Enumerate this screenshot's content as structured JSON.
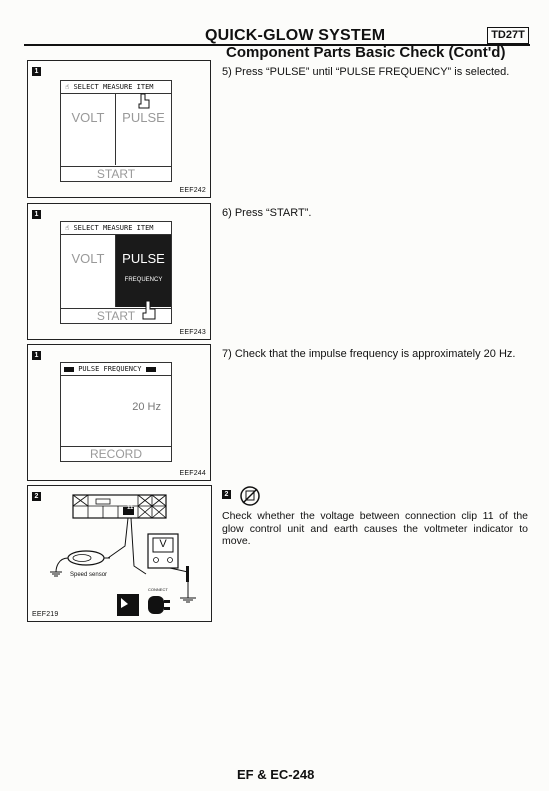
{
  "header": {
    "title": "QUICK-GLOW SYSTEM",
    "code": "TD27T",
    "subtitle": "Component Parts Basic Check (Cont'd)"
  },
  "steps": {
    "s5": "5)  Press “PULSE” until “PULSE FREQUENCY” is selected.",
    "s6": "6)  Press “START”.",
    "s7": "7)  Check that the impulse frequency is approximately 20 Hz.",
    "s8_badge": "2",
    "s8_text": "Check whether the voltage between connection clip 11 of the glow control unit and earth causes the voltmeter indicator to move."
  },
  "fig1": {
    "badge": "1",
    "screen_title": "SELECT MEASURE ITEM",
    "volt": "VOLT",
    "pulse": "PULSE",
    "start": "START",
    "label": "EEF242"
  },
  "fig2": {
    "badge": "1",
    "screen_title": "SELECT MEASURE ITEM",
    "volt": "VOLT",
    "pulse": "PULSE",
    "frequency": "FREQUENCY",
    "start": "START",
    "label": "EEF243"
  },
  "fig3": {
    "badge": "1",
    "screen_title": "PULSE FREQUENCY",
    "reading": "20 Hz",
    "record": "RECORD",
    "label": "EEF244"
  },
  "fig4": {
    "badge": "2",
    "clip": "11",
    "sensor": "Speed sensor",
    "meter": "V",
    "connect": "CONNECT",
    "label": "EEF219"
  },
  "footer": {
    "page": "EF & EC-248"
  }
}
